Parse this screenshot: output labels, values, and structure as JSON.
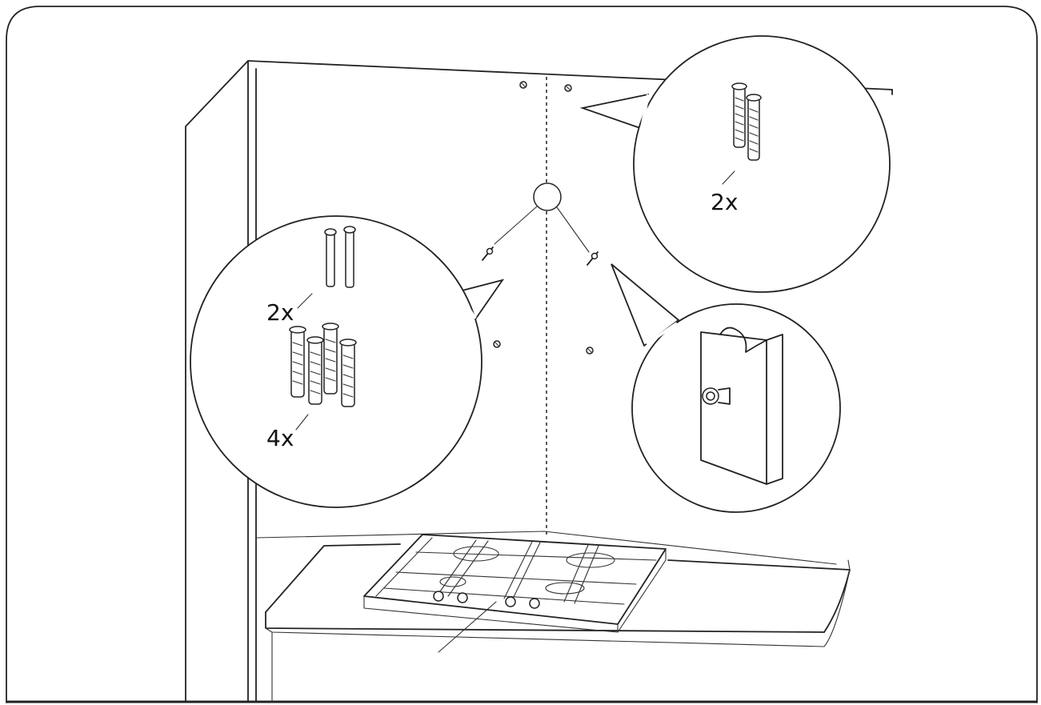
{
  "labels": {
    "top_right_qty": "2x",
    "left_screws_qty": "2x",
    "left_plugs_qty": "4x"
  },
  "parts": {
    "top_right": {
      "item": "wall-plug",
      "count": 2
    },
    "left_screws": {
      "item": "screw",
      "count": 2
    },
    "left_plugs": {
      "item": "wall-plug",
      "count": 4
    }
  }
}
